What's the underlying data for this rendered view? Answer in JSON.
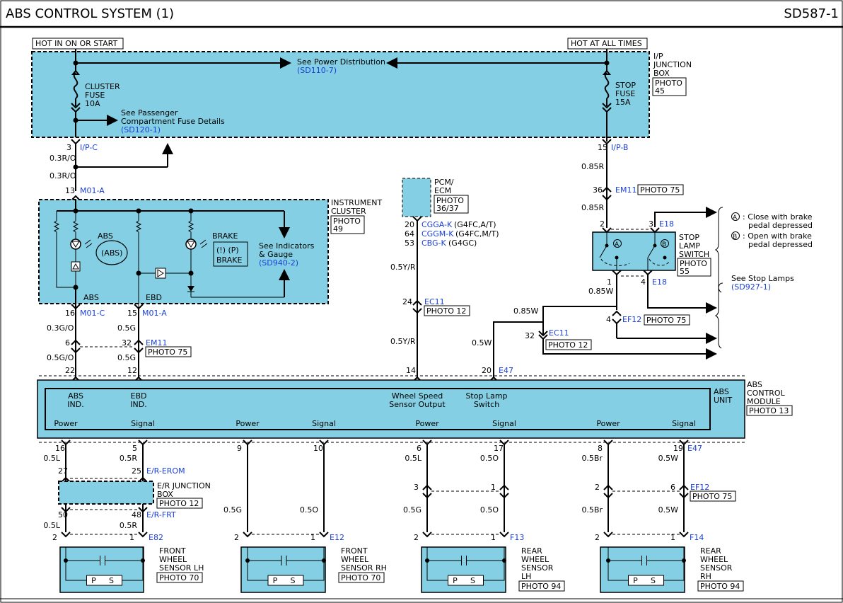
{
  "header": {
    "title": "ABS CONTROL SYSTEM (1)",
    "page_code": "SD587-1"
  },
  "power": {
    "hot_run": "HOT IN ON OR START",
    "hot_always": "HOT AT ALL TIMES"
  },
  "ip_box": {
    "see_power": "See Power Distribution",
    "see_power_ref": "(SD110-7)",
    "cluster_fuse": [
      "CLUSTER",
      "FUSE",
      "10A"
    ],
    "stop_fuse": [
      "STOP",
      "FUSE",
      "15A"
    ],
    "see_pass": [
      "See Passenger",
      "Compartment Fuse Details"
    ],
    "see_pass_ref": "(SD120-1)",
    "name": [
      "I/P",
      "JUNCTION",
      "BOX"
    ],
    "photo": [
      "PHOTO",
      "45"
    ]
  },
  "connectors": {
    "ipc": "I/P-C",
    "ipc_pin": "3",
    "ipb": "I/P-B",
    "ipb_pin": "15",
    "m01a_top": "M01-A",
    "m01a_top_pin": "13",
    "em11_r": "EM11",
    "em11_r_pin": "36",
    "em11_r_photo": "PHOTO 75",
    "m01c": "M01-C",
    "m01c_pin": "16",
    "m01a_bot": "M01-A",
    "m01a_bot_pin": "15",
    "em11_l": "EM11",
    "em11_l_pins": [
      "6",
      "32"
    ],
    "em11_l_photo": "PHOTO 75",
    "ec11_c": "EC11",
    "ec11_c_pin": "24",
    "ec11_c_photo": "PHOTO 12",
    "ec11_r": "EC11",
    "ec11_r_pin": "32",
    "ec11_r_photo": "PHOTO 12",
    "ef12_r": "EF12",
    "ef12_r_pin": "4",
    "ef12_r_photo": "PHOTO 75",
    "e18_top": "E18",
    "e18_bot": "E18",
    "e18_pins": [
      "2",
      "3",
      "1",
      "4"
    ],
    "e47_top": "E47",
    "e47_top_pins": [
      "22",
      "12",
      "14",
      "20"
    ],
    "e47_bot": "E47",
    "erom": "E/R-EROM",
    "erom_pins": [
      "27",
      "25"
    ],
    "erfrt": "E/R-FRT",
    "erfrt_pins": [
      "50",
      "48"
    ],
    "ef12_b": "EF12",
    "ef12_b_photo": "PHOTO 75"
  },
  "wires": {
    "ro1": "0.3R/O",
    "ro2": "0.3R/O",
    "r85a": "0.85R",
    "r85b": "0.85R",
    "go1": "0.3G/O",
    "go2": "0.5G/O",
    "g1": "0.5G",
    "g2": "0.5G",
    "yr1": "0.5Y/R",
    "yr2": "0.5Y/R",
    "w85a": "0.85W",
    "w85b": "0.85W",
    "w5": "0.5W"
  },
  "cluster": {
    "name": [
      "INSTRUMENT",
      "CLUSTER"
    ],
    "photo": [
      "PHOTO",
      "49"
    ],
    "abs": "ABS",
    "abs_sym": "(ABS)",
    "brake": "BRAKE",
    "brake_sym": "(!) (P)",
    "brake_sym2": "BRAKE",
    "see_ind": [
      "See Indicators",
      "& Gauge"
    ],
    "see_ind_ref": "(SD940-2)",
    "out_abs": "ABS",
    "out_ebd": "EBD"
  },
  "pcm": {
    "name": [
      "PCM/",
      "ECM"
    ],
    "photo": [
      "PHOTO",
      "36/37"
    ],
    "lines": [
      {
        "pin": "20",
        "conn": "CGGA-K",
        "note": "(G4FC,A/T)"
      },
      {
        "pin": "64",
        "conn": "CGGM-K",
        "note": "(G4FC,M/T)"
      },
      {
        "pin": "53",
        "conn": "CBG-K",
        "note": "(G4GC)"
      }
    ]
  },
  "stop_switch": {
    "name": [
      "STOP",
      "LAMP",
      "SWITCH"
    ],
    "photo": [
      "PHOTO",
      "55"
    ],
    "note_a": [
      ": Close with brake",
      "pedal depressed"
    ],
    "note_b": [
      ": Open with brake",
      "pedal depressed"
    ],
    "mark_a": "A",
    "mark_b": "B",
    "see_lamps": "See Stop Lamps",
    "see_lamps_ref": "(SD927-1)"
  },
  "abs_module": {
    "name": [
      "ABS",
      "CONTROL",
      "MODULE"
    ],
    "photo": "PHOTO 13",
    "unit": [
      "ABS",
      "UNIT"
    ],
    "inputs": [
      [
        "ABS",
        "IND."
      ],
      [
        "EBD",
        "IND."
      ],
      [
        "Wheel Speed",
        "Sensor Output"
      ],
      [
        "Stop Lamp",
        "Switch"
      ]
    ],
    "bottom_labels": [
      "Power",
      "Signal",
      "Power",
      "Signal",
      "Power",
      "Signal",
      "Power",
      "Signal"
    ]
  },
  "bottom": {
    "pins": [
      "16",
      "5",
      "9",
      "10",
      "6",
      "17",
      "8",
      "19"
    ],
    "wires_a": [
      "0.5L",
      "0.5R",
      "",
      "",
      "0.5L",
      "0.5O",
      "0.5Br",
      "0.5W"
    ],
    "mid_pins": [
      "3",
      "1",
      "2",
      "6"
    ],
    "wires_b": [
      "0.5L",
      "0.5R",
      "0.5G",
      "0.5O",
      "0.5G",
      "0.5O",
      "0.5Br",
      "0.5W"
    ],
    "er_box": [
      "E/R JUNCTION",
      "BOX"
    ],
    "er_photo": "PHOTO 12"
  },
  "sensors": [
    {
      "conn": "E82",
      "name": [
        "FRONT",
        "WHEEL",
        "SENSOR LH"
      ],
      "photo": "PHOTO 70"
    },
    {
      "conn": "E12",
      "name": [
        "FRONT",
        "WHEEL",
        "SENSOR RH"
      ],
      "photo": "PHOTO 70"
    },
    {
      "conn": "F13",
      "name": [
        "REAR",
        "WHEEL",
        "SENSOR",
        "LH"
      ],
      "photo": "PHOTO 94"
    },
    {
      "conn": "F14",
      "name": [
        "REAR",
        "WHEEL",
        "SENSOR",
        "RH"
      ],
      "photo": "PHOTO 94"
    }
  ],
  "sensor_pins": [
    "2",
    "1"
  ],
  "sensor_ps": [
    "P",
    "S"
  ]
}
